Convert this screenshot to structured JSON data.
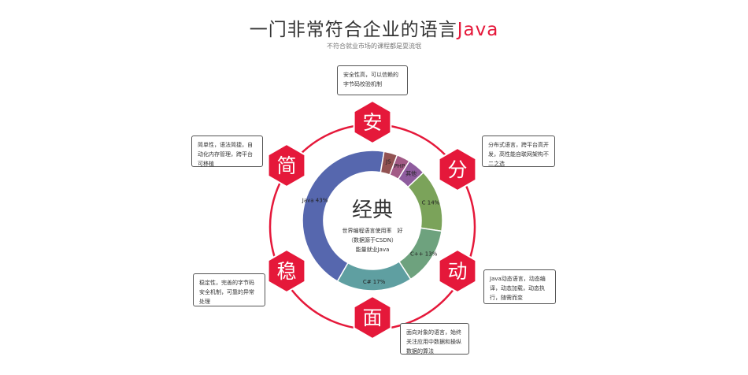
{
  "header": {
    "title_main": "一门非常符合企业的语言",
    "title_accent": "Java",
    "subtitle": "不符合就业市场的课程都是耍流氓"
  },
  "center": {
    "title": "经典",
    "line1": "世界编程语言使用率　好",
    "line2": "（数据源于CSDN）",
    "line3": "能量就业Java"
  },
  "chart_data": {
    "type": "pie",
    "categories": [
      "Java",
      "JS",
      "PHP",
      "其他",
      "C",
      "C++",
      "C#"
    ],
    "values": [
      43,
      3,
      3,
      4,
      14,
      13,
      17
    ],
    "labels": [
      "Java 43%",
      "JS",
      "PHP",
      "其他",
      "C 14%",
      "C++ 13%",
      "C# 17%"
    ],
    "colors": [
      "#5667ae",
      "#925252",
      "#a25a86",
      "#8e5c9e",
      "#7ba35a",
      "#6ea27e",
      "#5f9fa1"
    ]
  },
  "nodes": [
    {
      "char": "安",
      "desc": "安全性高，可以信赖的字节码校验机制"
    },
    {
      "char": "分",
      "desc": "分布式语言，跨平台高开发，高性能自联网架构不二之选"
    },
    {
      "char": "动",
      "desc": "Java动态语言，动态编译，动态加载，动态执行，随需而变"
    },
    {
      "char": "面",
      "desc": "面向对象的语言，始终关注应用中数据和操纵数据的算法"
    },
    {
      "char": "稳",
      "desc": "稳定性，完善的字节码安全机制，可靠的异常处理"
    },
    {
      "char": "简",
      "desc": "简单性，语法简捷，自动化内存管理，跨平台可移植"
    }
  ],
  "colors": {
    "accent": "#e5183a",
    "ring": "#e5183a"
  }
}
